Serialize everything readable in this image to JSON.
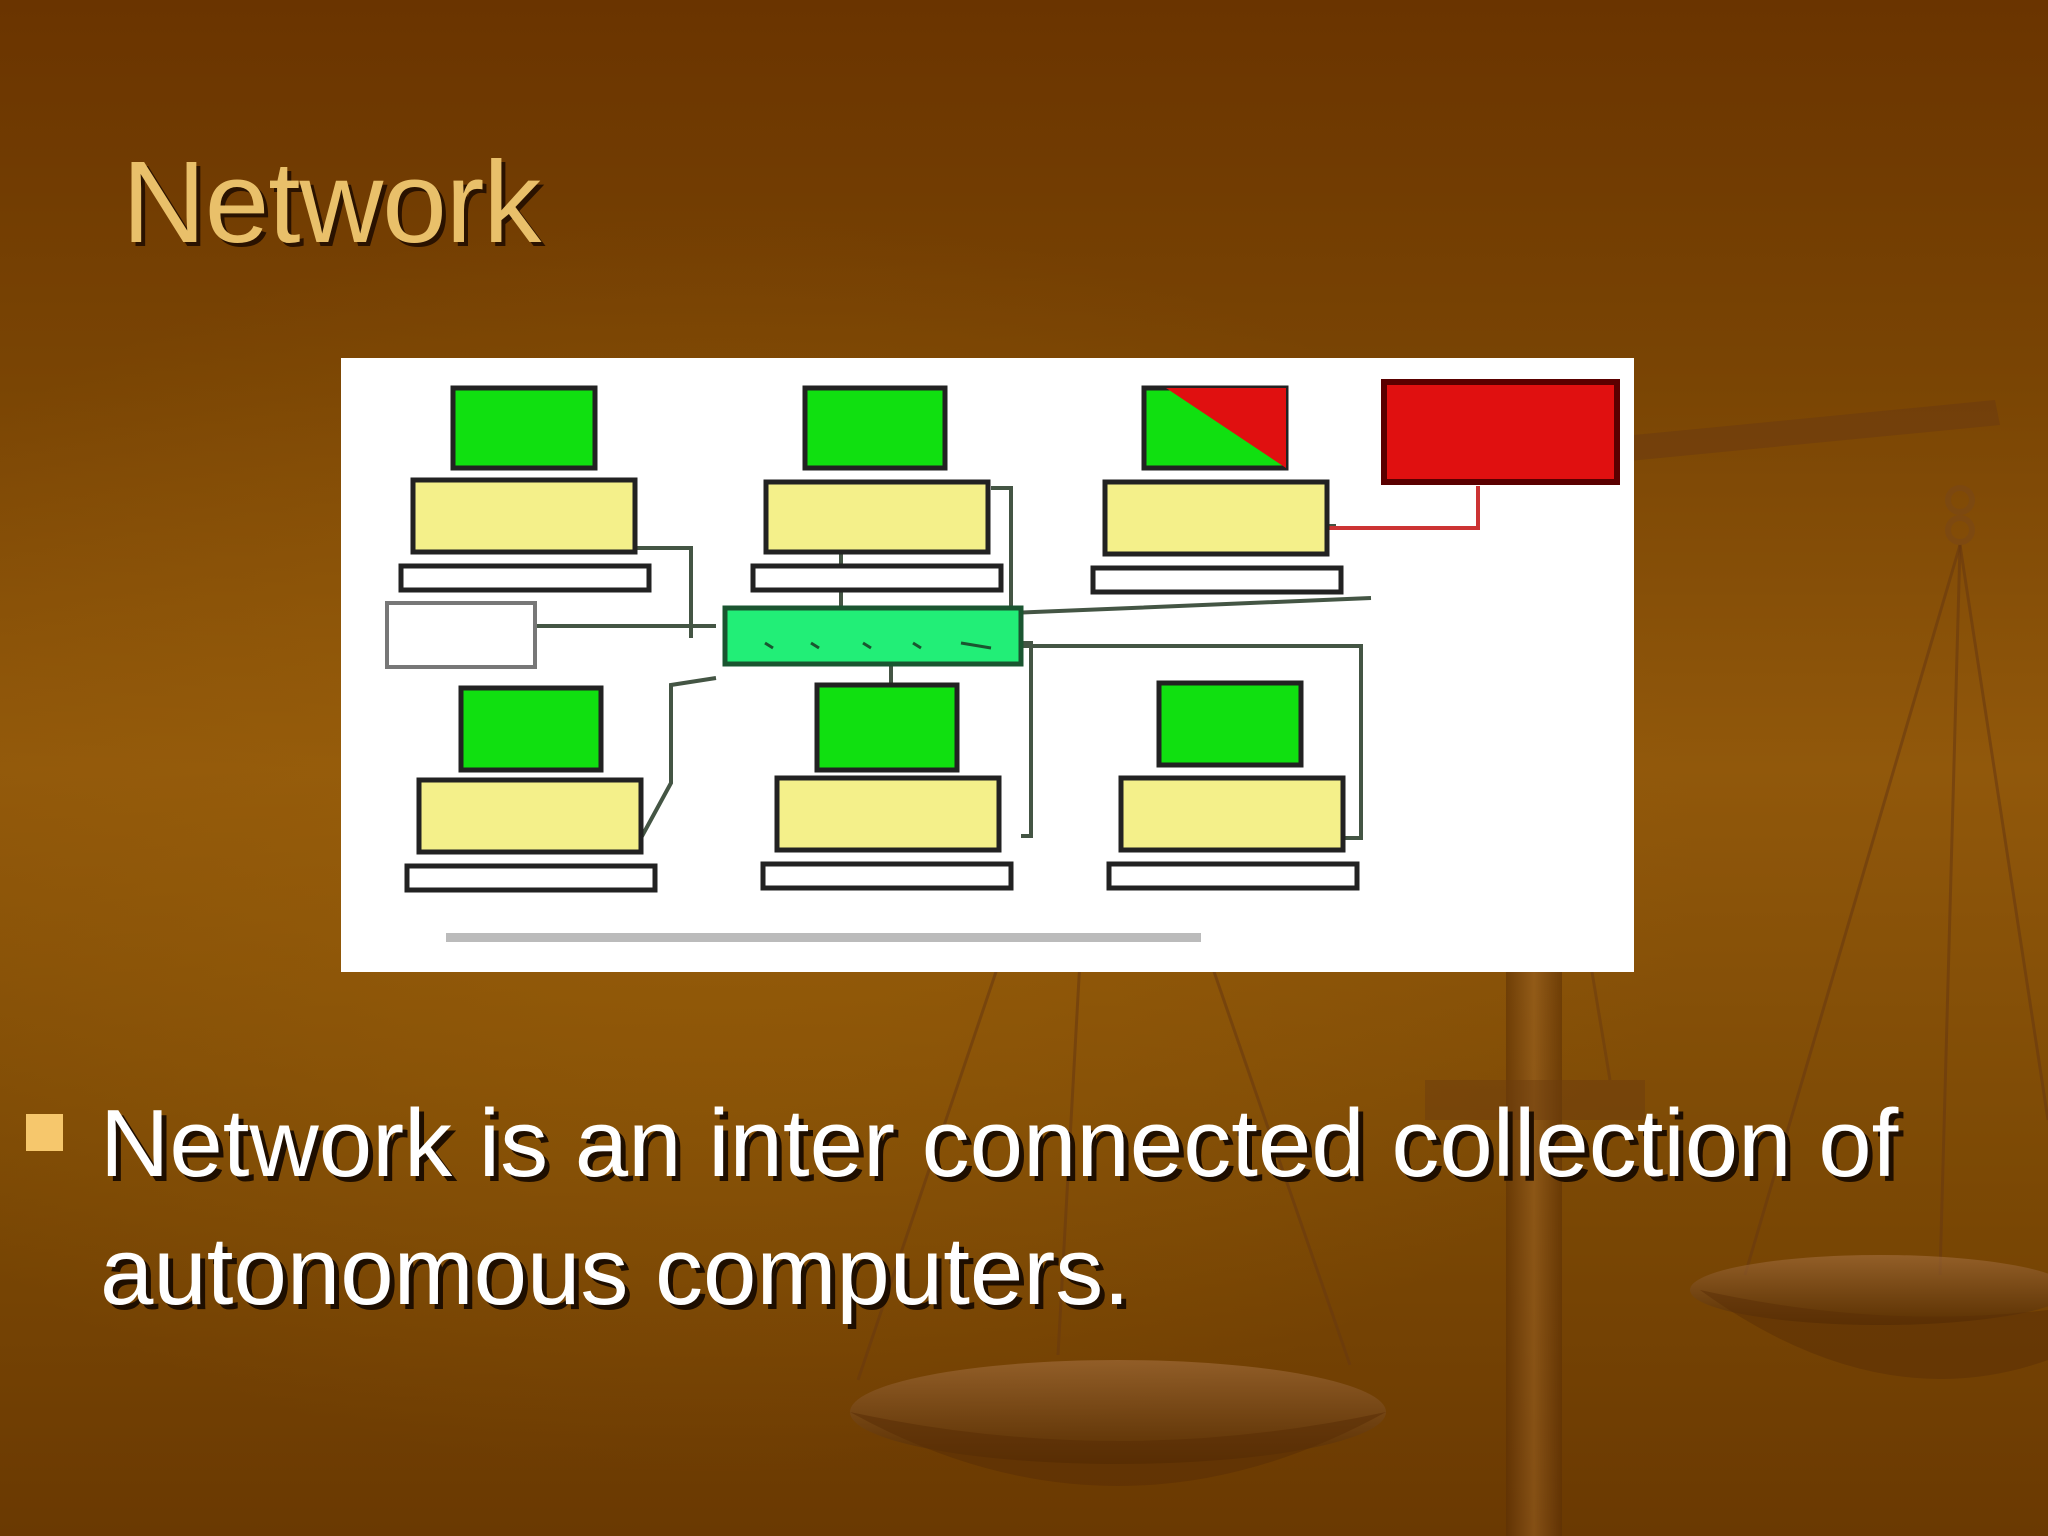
{
  "slide": {
    "title": "Network",
    "bullets": [
      {
        "text": "Network is an inter connected collection of autonomous computers."
      }
    ]
  },
  "figure": {
    "computers": 6,
    "caption": "",
    "node_label": "",
    "colors": {
      "screen": "#10e010",
      "base": "#f4f08a",
      "switch": "#22ee77",
      "alert": "#e01010",
      "cable": "#445544"
    }
  },
  "theme": {
    "title_color": "#e9c06a",
    "text_color": "#ffffff",
    "bullet_color": "#f6c76c",
    "background": "#7a4504",
    "motif": "balance-scale"
  }
}
